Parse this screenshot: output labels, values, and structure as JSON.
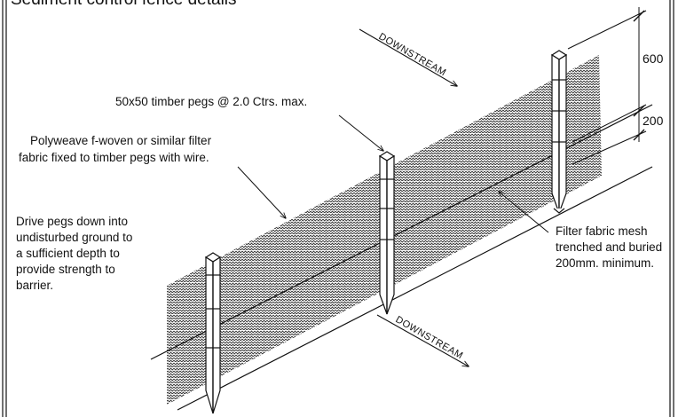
{
  "drawing": {
    "title": "Sediment control fence details",
    "direction_label_top": "DOWNSTREAM",
    "direction_label_bottom": "DOWNSTREAM",
    "notes": {
      "pegs": "50x50 timber pegs @ 2.0 Ctrs. max.",
      "fabric_line1": "Polyweave f-woven or similar filter",
      "fabric_line2": "fabric fixed to timber pegs with wire.",
      "drive_line1": "Drive pegs down into",
      "drive_line2": "undisturbed ground to",
      "drive_line3": "a sufficient depth to",
      "drive_line4": "provide strength to",
      "drive_line5": "barrier.",
      "trench_line1": "Filter fabric mesh",
      "trench_line2": "trenched and buried",
      "trench_line3": "200mm. minimum."
    },
    "dimensions": {
      "above_ground": "600",
      "buried": "200"
    }
  }
}
